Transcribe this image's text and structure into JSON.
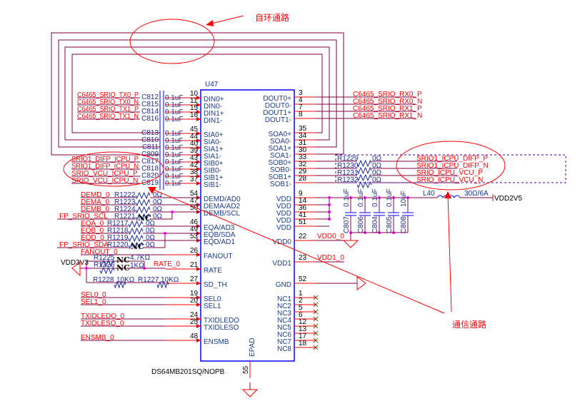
{
  "annotations": {
    "loopback": "自环通路",
    "communication": "通信通路"
  },
  "chip": {
    "ref": "U47",
    "part": "DS64MB201SQ/NOPB",
    "epad": "EPAD",
    "epad_pin": "55",
    "left_pins": [
      {
        "name": "DIN0+",
        "num": "10"
      },
      {
        "name": "DIN0-",
        "num": "11"
      },
      {
        "name": "DIN1+",
        "num": "15"
      },
      {
        "name": "DIN1-",
        "num": "16"
      },
      {
        "name": "SIA0+",
        "num": "45"
      },
      {
        "name": "SIA0-",
        "num": "44"
      },
      {
        "name": "SIA1+",
        "num": "40"
      },
      {
        "name": "SIA1-",
        "num": "39"
      },
      {
        "name": "SIB0+",
        "num": "43"
      },
      {
        "name": "SIB0-",
        "num": "42"
      },
      {
        "name": "SIB1+",
        "num": "38"
      },
      {
        "name": "SIB1-",
        "num": "37"
      },
      {
        "name": "DEMD/AD0",
        "num": "54"
      },
      {
        "name": "DEMA/AD2",
        "num": "47"
      },
      {
        "name": "DEMB/SCL",
        "num": "50"
      },
      {
        "name": "EQA/AD3",
        "num": "46"
      },
      {
        "name": "EQB/SDA",
        "num": "49"
      },
      {
        "name": "EQD/AD1",
        "num": "53"
      },
      {
        "name": "FANOUT",
        "num": "26"
      },
      {
        "name": "RATE",
        "num": "21"
      },
      {
        "name": "SD_TH",
        "num": "27"
      },
      {
        "name": "SEL0",
        "num": "19"
      },
      {
        "name": "SEL1",
        "num": "20"
      },
      {
        "name": "TXIDLEDO",
        "num": "24"
      },
      {
        "name": "TXIDLESO",
        "num": "25"
      },
      {
        "name": "ENSMB",
        "num": "48"
      }
    ],
    "right_pins": [
      {
        "name": "DOUT0+",
        "num": "3"
      },
      {
        "name": "DOUT0-",
        "num": "4"
      },
      {
        "name": "DOUT1+",
        "num": "7"
      },
      {
        "name": "DOUT1-",
        "num": "8"
      },
      {
        "name": "SOA0+",
        "num": "35"
      },
      {
        "name": "SOA0-",
        "num": "34"
      },
      {
        "name": "SOA1+",
        "num": "31"
      },
      {
        "name": "SOA1-",
        "num": "30"
      },
      {
        "name": "SOB0+",
        "num": "33"
      },
      {
        "name": "SOB0-",
        "num": "32"
      },
      {
        "name": "SOB1+",
        "num": "29"
      },
      {
        "name": "SOB1-",
        "num": "28"
      },
      {
        "name": "VDD",
        "num": "9"
      },
      {
        "name": "VDD",
        "num": "14"
      },
      {
        "name": "VDD",
        "num": "36"
      },
      {
        "name": "VDD",
        "num": "41"
      },
      {
        "name": "VDD",
        "num": "51"
      },
      {
        "name": "VDD0",
        "num": "22"
      },
      {
        "name": "VDD1",
        "num": "23"
      },
      {
        "name": "GND",
        "num": "52"
      },
      {
        "name": "NC1",
        "num": "1"
      },
      {
        "name": "NC2",
        "num": "2"
      },
      {
        "name": "NC3",
        "num": "5"
      },
      {
        "name": "NC4",
        "num": "6"
      },
      {
        "name": "NC5",
        "num": "12"
      },
      {
        "name": "NC6",
        "num": "13"
      },
      {
        "name": "NC7",
        "num": "17"
      },
      {
        "name": "NC8",
        "num": "18"
      }
    ]
  },
  "input_caps": [
    {
      "net": "C6465_SRIO_TX0_P",
      "cap": "C812",
      "value": "0.1uF"
    },
    {
      "net": "C6465_SRIO_TX0_N",
      "cap": "C815",
      "value": "0.1uF"
    },
    {
      "net": "C6465_SRIO_TX1_P",
      "cap": "C814",
      "value": "0.1uF"
    },
    {
      "net": "C6465_SRIO_TX1_N",
      "cap": "C816",
      "value": "0.1uF"
    },
    {
      "net": "",
      "cap": "C813",
      "value": "0.1uF"
    },
    {
      "net": "",
      "cap": "C810",
      "value": "0.1uF"
    },
    {
      "net": "",
      "cap": "C811",
      "value": "0.1uF"
    },
    {
      "net": "",
      "cap": "C809",
      "value": "0.1uF"
    },
    {
      "net": "SRIO1_DIFP_ICPU_P",
      "cap": "C817",
      "value": "0.1uF"
    },
    {
      "net": "SRIO1_DIFP_ICPU_N",
      "cap": "C818",
      "value": "0.1uF"
    },
    {
      "net": "SRIO_VCU_ICPU_P",
      "cap": "C820",
      "value": "0.1uF"
    },
    {
      "net": "SRIO_VCU_ICPU_N",
      "cap": "C819",
      "value": "0.1uF"
    }
  ],
  "output_nets": [
    "C6465_SRIO_RX0_P",
    "C6465_SRIO_RX0_N",
    "C6465_SRIO_RX1_P",
    "C6465_SRIO_RX1_N"
  ],
  "output_resistors": [
    {
      "ref": "R1229",
      "value": "0Ω",
      "net": "SRIO1_ICPU_DIFP_P"
    },
    {
      "ref": "R1230",
      "value": "0Ω",
      "net": "SRIO1_ICPU_DIFP_N"
    },
    {
      "ref": "R1231",
      "value": "0Ω",
      "net": "SRIO_ICPU_VCU_P"
    },
    {
      "ref": "R1232",
      "value": "0Ω",
      "net": "SRIO_ICPU_VCU_N"
    }
  ],
  "control_resistors": [
    {
      "net": "DEMD_0",
      "ref": "R1222",
      "value": "0Ω",
      "nc": ""
    },
    {
      "net": "DEMA_0",
      "ref": "R1223",
      "value": "0Ω",
      "nc": ""
    },
    {
      "net": "DEMB_0",
      "ref": "R1224",
      "value": "0Ω",
      "nc": ""
    },
    {
      "net": "FP_SRIO_SCL",
      "ref": "R1221",
      "value": "0Ω",
      "nc": "NC"
    },
    {
      "net": "EQA_0",
      "ref": "R1217",
      "value": "0Ω",
      "nc": ""
    },
    {
      "net": "EQB_0",
      "ref": "R1218",
      "value": "0Ω",
      "nc": ""
    },
    {
      "net": "EQD_0",
      "ref": "R1219",
      "value": "0Ω",
      "nc": ""
    },
    {
      "net": "FP_SRIO_SDA",
      "ref": "R1220",
      "value": "0Ω",
      "nc": "NC"
    }
  ],
  "misc_nets": {
    "fanout": "FANOUT_0",
    "rate": "RATE_0",
    "sel0": "SEL0_0",
    "sel1": "SEL1_0",
    "txidledo": "TXIDLEDO_0",
    "txidleso": "TXIDLESO_0",
    "ensmb": "ENSMB_0",
    "vdd0": "VDD0_0",
    "vdd1": "VDD1_0",
    "vdd3v3": "VDD3V3",
    "vdd2v5": "VDD2V5"
  },
  "rate_resistors": [
    {
      "ref": "R1225",
      "value": "4.7KΩ",
      "nc": "NC"
    },
    {
      "ref": "R1226",
      "value": "1KΩ",
      "nc": "NC"
    }
  ],
  "sdth_resistors": [
    {
      "ref": "R1228",
      "value": "10KΩ"
    },
    {
      "ref": "R1227",
      "value": "10KΩ"
    }
  ],
  "decoupling_caps": [
    {
      "ref": "C807",
      "value": "0.1uF"
    },
    {
      "ref": "C806",
      "value": "0.1uF"
    },
    {
      "ref": "C804",
      "value": "0.1uF"
    },
    {
      "ref": "C805",
      "value": "0.1uF"
    },
    {
      "ref": "C808",
      "value": "10uF"
    }
  ],
  "inductor": {
    "ref": "L40",
    "value": "30Ω/6A"
  },
  "colors": {
    "wire": "#800040",
    "pin": "#ff0000",
    "body": "#0000ff",
    "annotation": "#ff0000",
    "junction": "#ff00ff"
  }
}
